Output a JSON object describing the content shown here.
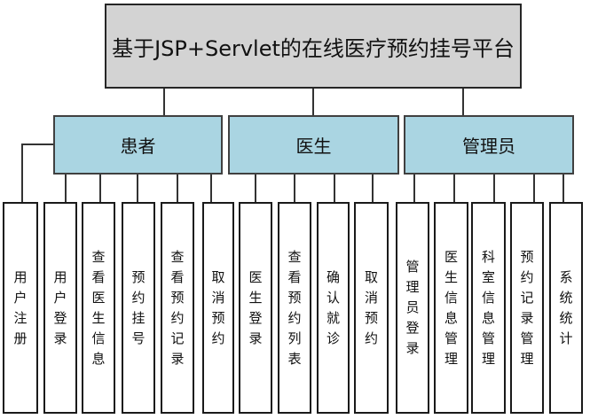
{
  "diagram": {
    "title": "基于JSP+Servlet的在线医疗预约挂号平台",
    "groups": [
      {
        "label": "患者",
        "children": [
          "用户注册",
          "用户登录",
          "查看医生信息",
          "预约挂号",
          "查看预约记录",
          "取消预约"
        ]
      },
      {
        "label": "医生",
        "children": [
          "医生登录",
          "查看预约列表",
          "确认就诊",
          "取消预约"
        ]
      },
      {
        "label": "管理员",
        "children": [
          "管理员登录",
          "医生信息管理",
          "科室信息管理",
          "预约记录管理",
          "系统统计"
        ]
      }
    ],
    "colors": {
      "root_fill": "#d3d3d3",
      "group_fill": "#aad5e2",
      "leaf_fill": "#ffffff",
      "box_border": "#262626",
      "connector": "#333333",
      "text": "#111111",
      "background": "#ffffff"
    }
  }
}
